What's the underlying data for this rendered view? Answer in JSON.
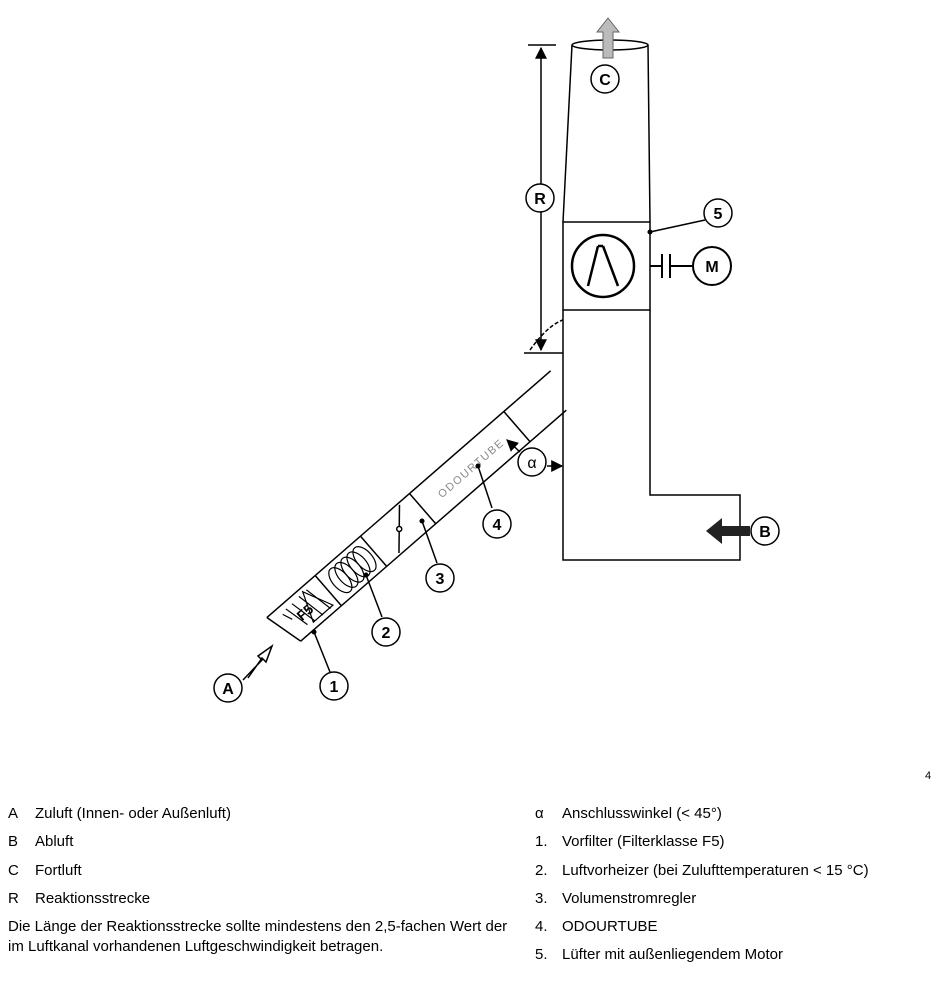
{
  "diagram": {
    "labels": {
      "A": "A",
      "B": "B",
      "C": "C",
      "R": "R",
      "M": "M",
      "alpha": "α",
      "n1": "1",
      "n2": "2",
      "n3": "3",
      "n4": "4",
      "n5": "5",
      "filter": "F5",
      "tube": "ODOURTUBE"
    },
    "page_number": "4"
  },
  "legend_left": [
    {
      "key": "A",
      "text": "Zuluft (Innen- oder Außenluft)"
    },
    {
      "key": "B",
      "text": "Abluft"
    },
    {
      "key": "C",
      "text": "Fortluft"
    },
    {
      "key": "R",
      "text": "Reaktionsstrecke"
    }
  ],
  "note": "Die Länge der Reaktionsstrecke sollte mindestens den 2,5-fachen Wert der im Luftkanal vorhandenen Luftgeschwindigkeit betragen.",
  "legend_right": [
    {
      "key": "α",
      "text": "Anschlusswinkel (< 45°)"
    },
    {
      "key": "1.",
      "text": "Vorfilter (Filterklasse F5)"
    },
    {
      "key": "2.",
      "text": "Luftvorheizer (bei Zulufttemperaturen < 15 °C)"
    },
    {
      "key": "3.",
      "text": "Volumenstromregler"
    },
    {
      "key": "4.",
      "text": "ODOURTUBE"
    },
    {
      "key": "5.",
      "text": "Lüfter mit außenliegendem Motor"
    }
  ]
}
